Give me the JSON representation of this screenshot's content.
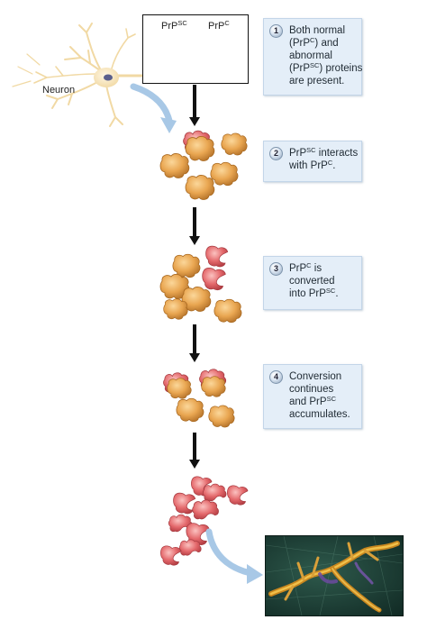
{
  "legend": {
    "scrapie_label": {
      "base": "PrP",
      "sup": "SC"
    },
    "normal_label": {
      "base": "PrP",
      "sup": "C"
    }
  },
  "neuron_label": "Neuron",
  "steps": [
    {
      "number": "1",
      "lines": [
        [
          {
            "t": "Both normal"
          }
        ],
        [
          {
            "t": "(PrP"
          },
          {
            "s": "C"
          },
          {
            "t": ") and"
          }
        ],
        [
          {
            "t": "abnormal"
          }
        ],
        [
          {
            "t": "(PrP"
          },
          {
            "s": "SC"
          },
          {
            "t": ") proteins"
          }
        ],
        [
          {
            "t": "are present."
          }
        ]
      ]
    },
    {
      "number": "2",
      "lines": [
        [
          {
            "t": "PrP"
          },
          {
            "s": "SC"
          },
          {
            "t": " interacts"
          }
        ],
        [
          {
            "t": "with PrP"
          },
          {
            "s": "C"
          },
          {
            "t": "."
          }
        ]
      ]
    },
    {
      "number": "3",
      "lines": [
        [
          {
            "t": "PrP"
          },
          {
            "s": "C"
          },
          {
            "t": " is"
          }
        ],
        [
          {
            "t": "converted"
          }
        ],
        [
          {
            "t": "into PrP"
          },
          {
            "s": "SC"
          },
          {
            "t": "."
          }
        ]
      ]
    },
    {
      "number": "4",
      "lines": [
        [
          {
            "t": "Conversion"
          }
        ],
        [
          {
            "t": "continues"
          }
        ],
        [
          {
            "t": "and PrP"
          },
          {
            "s": "SC"
          }
        ],
        [
          {
            "t": "accumulates."
          }
        ]
      ]
    }
  ],
  "colors": {
    "normal_protein": "#e8a64e",
    "abnormal_protein": "#e06a6c",
    "callout_bg": "#e4eef8",
    "curved_arrow": "#a8c8e6",
    "arrow": "#111111"
  }
}
